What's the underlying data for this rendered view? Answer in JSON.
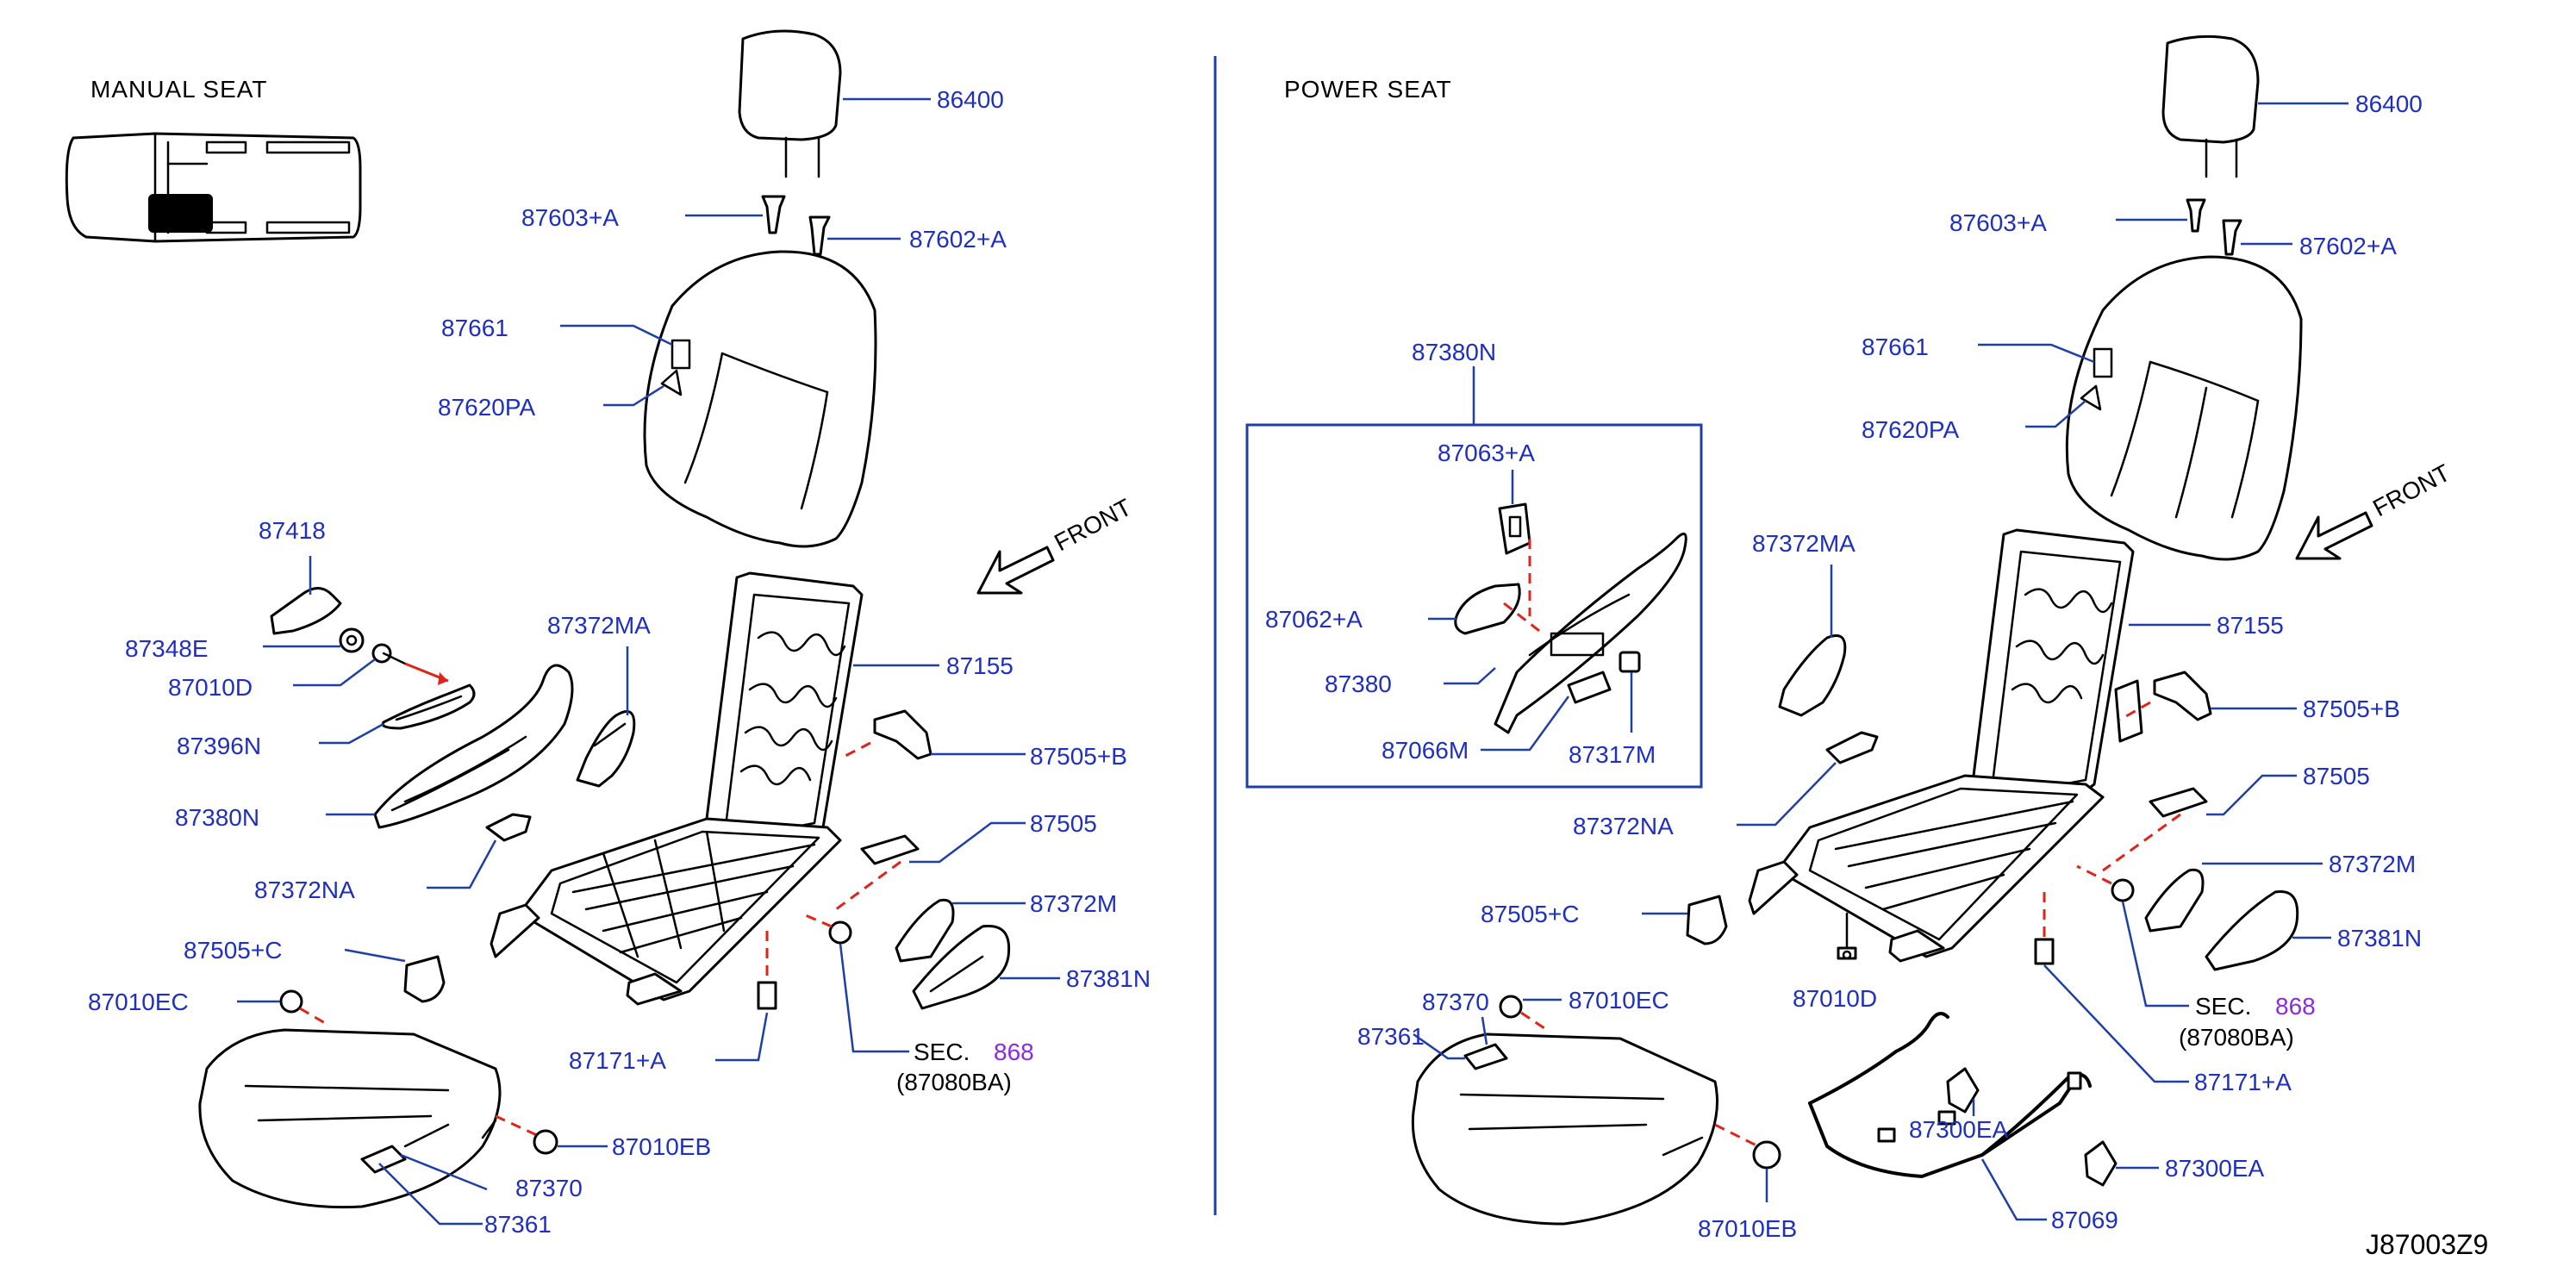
{
  "headers": {
    "manual": "MANUAL   SEAT",
    "power": "POWER   SEAT",
    "front_left": "FRONT",
    "front_right": "FRONT",
    "code": "J87003Z9"
  },
  "left": {
    "p86400": "86400",
    "p87603A": "87603+A",
    "p87602A": "87602+A",
    "p87661": "87661",
    "p87620PA": "87620PA",
    "p87418": "87418",
    "p87348E": "87348E",
    "p87010D": "87010D",
    "p87396N": "87396N",
    "p87380N": "87380N",
    "p87372MA": "87372MA",
    "p87155": "87155",
    "p87505B": "87505+B",
    "p87505": "87505",
    "p87372NA": "87372NA",
    "p87372M": "87372M",
    "p87505C": "87505+C",
    "p87381N": "87381N",
    "p87010EC": "87010EC",
    "p87171A": "87171+A",
    "sec": "SEC.",
    "sec_num": "868",
    "sec_sub": "(87080BA)",
    "p87010EB": "87010EB",
    "p87370": "87370",
    "p87361": "87361"
  },
  "right": {
    "p86400": "86400",
    "p87603A": "87603+A",
    "p87602A": "87602+A",
    "p87661": "87661",
    "p87620PA": "87620PA",
    "p87380N": "87380N",
    "p87063A": "87063+A",
    "p87062A": "87062+A",
    "p87380": "87380",
    "p87066M": "87066M",
    "p87317M": "87317M",
    "p87372MA": "87372MA",
    "p87155": "87155",
    "p87505B": "87505+B",
    "p87505": "87505",
    "p87372NA": "87372NA",
    "p87372M": "87372M",
    "p87505C": "87505+C",
    "p87381N": "87381N",
    "p87370": "87370",
    "p87361": "87361",
    "p87010EC": "87010EC",
    "p87010D": "87010D",
    "sec": "SEC.",
    "sec_num": "868",
    "sec_sub": "(87080BA)",
    "p87171A": "87171+A",
    "p87300EA_a": "87300EA",
    "p87300EA_b": "87300EA",
    "p87010EB": "87010EB",
    "p87069": "87069"
  }
}
